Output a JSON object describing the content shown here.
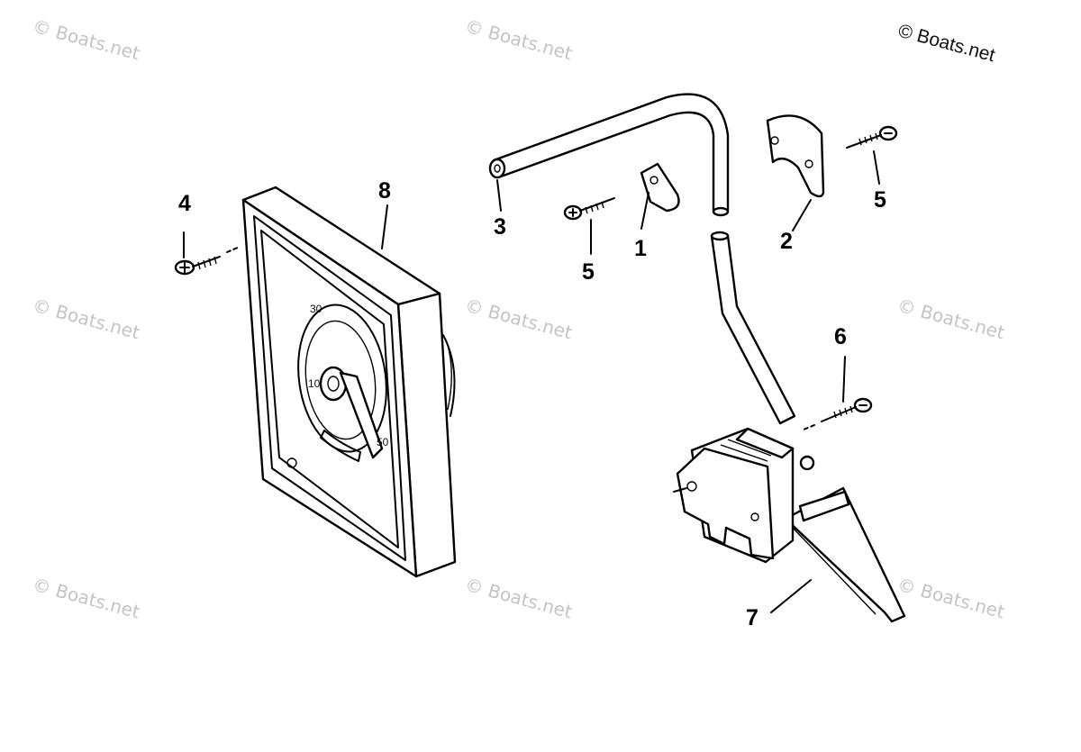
{
  "copyright": "© Boats.net",
  "watermark": "© Boats.net",
  "callouts": {
    "c1": "1",
    "c2": "2",
    "c3": "3",
    "c4": "4",
    "c5a": "5",
    "c5b": "5",
    "c6": "6",
    "c7": "7",
    "c8": "8"
  },
  "gauge_marks": {
    "m30": "30",
    "m10": "10",
    "m50": "50"
  }
}
